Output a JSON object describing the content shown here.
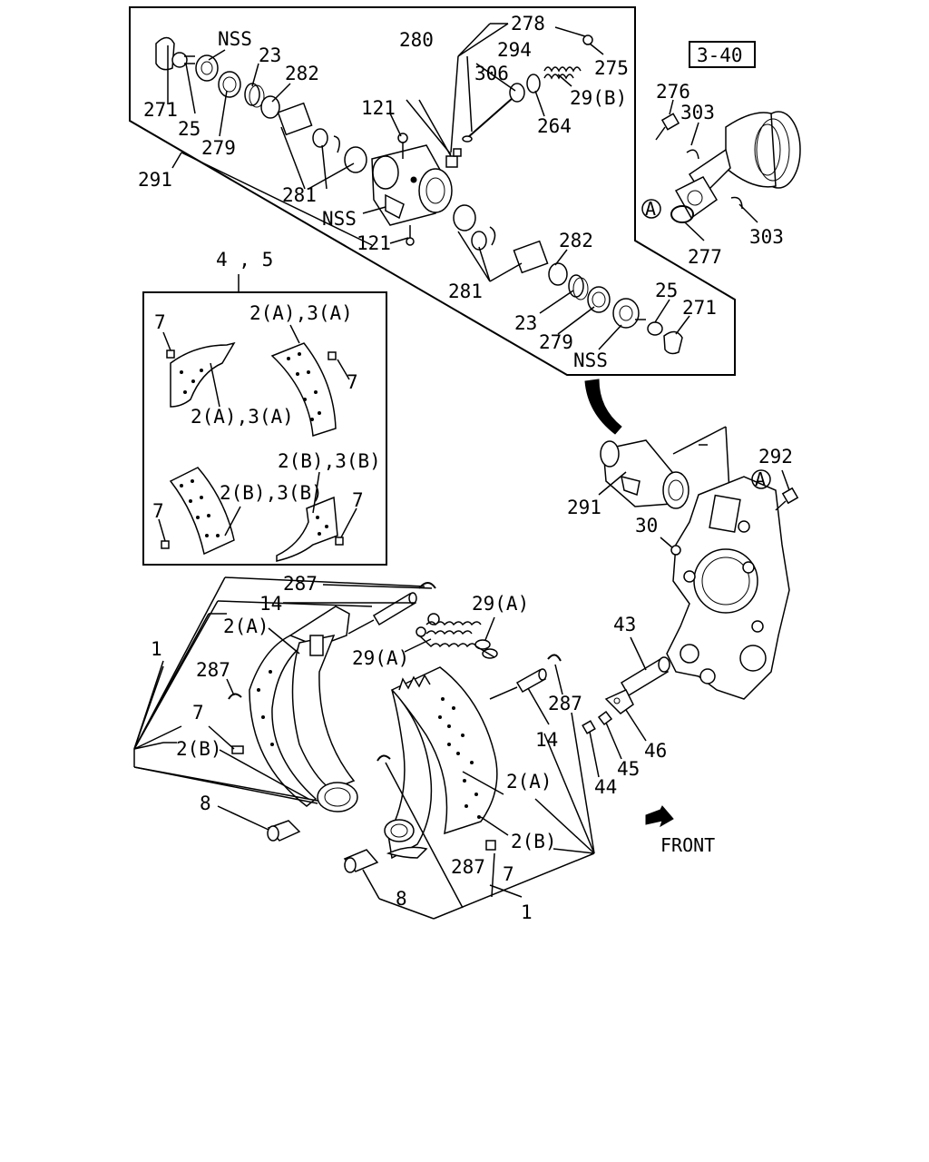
{
  "callouts": {
    "ref_box": "3-40",
    "circle_a": "A",
    "front": "FRONT",
    "set_4_5": "4 , 5",
    "nss": "NSS",
    "n1": "1",
    "n2a": "2(A)",
    "n2b": "2(B)",
    "n2a3a": "2(A),3(A)",
    "n2b3b": "2(B),3(B)",
    "n7": "7",
    "n8": "8",
    "n14": "14",
    "n23": "23",
    "n25": "25",
    "n29a": "29(A)",
    "n29b": "29(B)",
    "n30": "30",
    "n43": "43",
    "n44": "44",
    "n45": "45",
    "n46": "46",
    "n121": "121",
    "n264": "264",
    "n271": "271",
    "n275": "275",
    "n276": "276",
    "n277": "277",
    "n278": "278",
    "n279": "279",
    "n280": "280",
    "n281": "281",
    "n282": "282",
    "n287": "287",
    "n291": "291",
    "n292": "292",
    "n294": "294",
    "n303": "303",
    "n306": "306"
  }
}
